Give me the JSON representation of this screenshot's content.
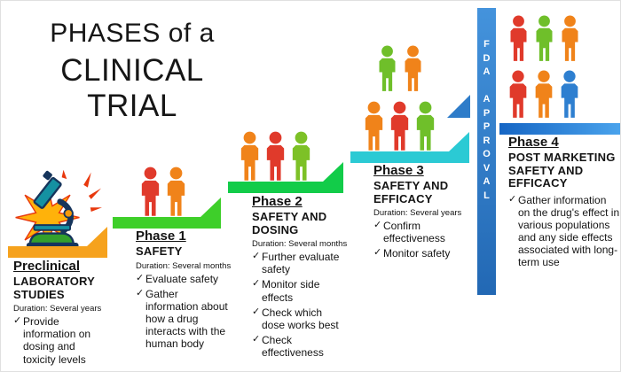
{
  "title": {
    "line1": "PHASES of a",
    "line2": "CLINICAL TRIAL"
  },
  "fda": {
    "label": "F\nD\nA\n\nA\nP\nP\nR\nO\nV\nA\nL",
    "bar_background": "linear-gradient(180deg,#4493dc,#2268b4)",
    "triangle_color": "#2e7cc9"
  },
  "phases": [
    {
      "name": "Preclinical",
      "subtitle": "LABORATORY STUDIES",
      "duration": "Duration: Several years",
      "bullets": [
        "Provide information on dosing and toxicity levels"
      ],
      "bar_background": "#F6A21D",
      "icon": "microscope-icon"
    },
    {
      "name": "Phase 1",
      "subtitle": "SAFETY",
      "duration": "Duration: Several months",
      "bullets": [
        "Evaluate safety",
        "Gather information about how a drug interacts with the human body"
      ],
      "bar_background": "#3ECF2A",
      "people": [
        "#E03A2B",
        "#F0831A"
      ]
    },
    {
      "name": "Phase 2",
      "subtitle": "SAFETY AND DOSING",
      "duration": "Duration: Several months",
      "bullets": [
        "Further evaluate safety",
        "Monitor side effects",
        "Check which dose works best",
        "Check effectiveness"
      ],
      "bar_background": "#12CC49",
      "people": [
        "#F0831A",
        "#E03A2B",
        "#7DC127"
      ]
    },
    {
      "name": "Phase 3",
      "subtitle": "SAFETY AND EFFICACY",
      "duration": "Duration: Several years",
      "bullets": [
        "Confirm effectiveness",
        "Monitor safety"
      ],
      "bar_background": "#2BCAD4",
      "people": {
        "row1": [
          "#6FBF2A",
          "#F0831A"
        ],
        "row2": [
          "#F0831A",
          "#E03A2B",
          "#6FBF2A"
        ]
      }
    },
    {
      "name": "Phase 4",
      "subtitle": "POST MARKETING SAFETY AND EFFICACY",
      "bullets": [
        "Gather information on the drug's effect in various populations and any side effects associated with long-term use"
      ],
      "bar_background": "linear-gradient(90deg,#1565c4,#4aa3ec)",
      "people": {
        "row1": [
          "#E03A2B",
          "#6FBF2A",
          "#F0831A"
        ],
        "row2": [
          "#E03A2B",
          "#F0831A",
          "#2E7FD0"
        ]
      }
    }
  ]
}
